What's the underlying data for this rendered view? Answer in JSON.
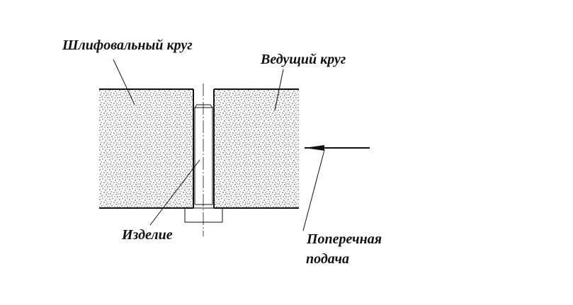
{
  "labels": {
    "grinding_wheel": "Шлифовальный круг",
    "regulating_wheel": "Ведущий круг",
    "workpiece": "Изделие",
    "infeed_line1": "Поперечная",
    "infeed_line2": "подача"
  },
  "colors": {
    "ink": "#111111",
    "background": "#ffffff"
  }
}
